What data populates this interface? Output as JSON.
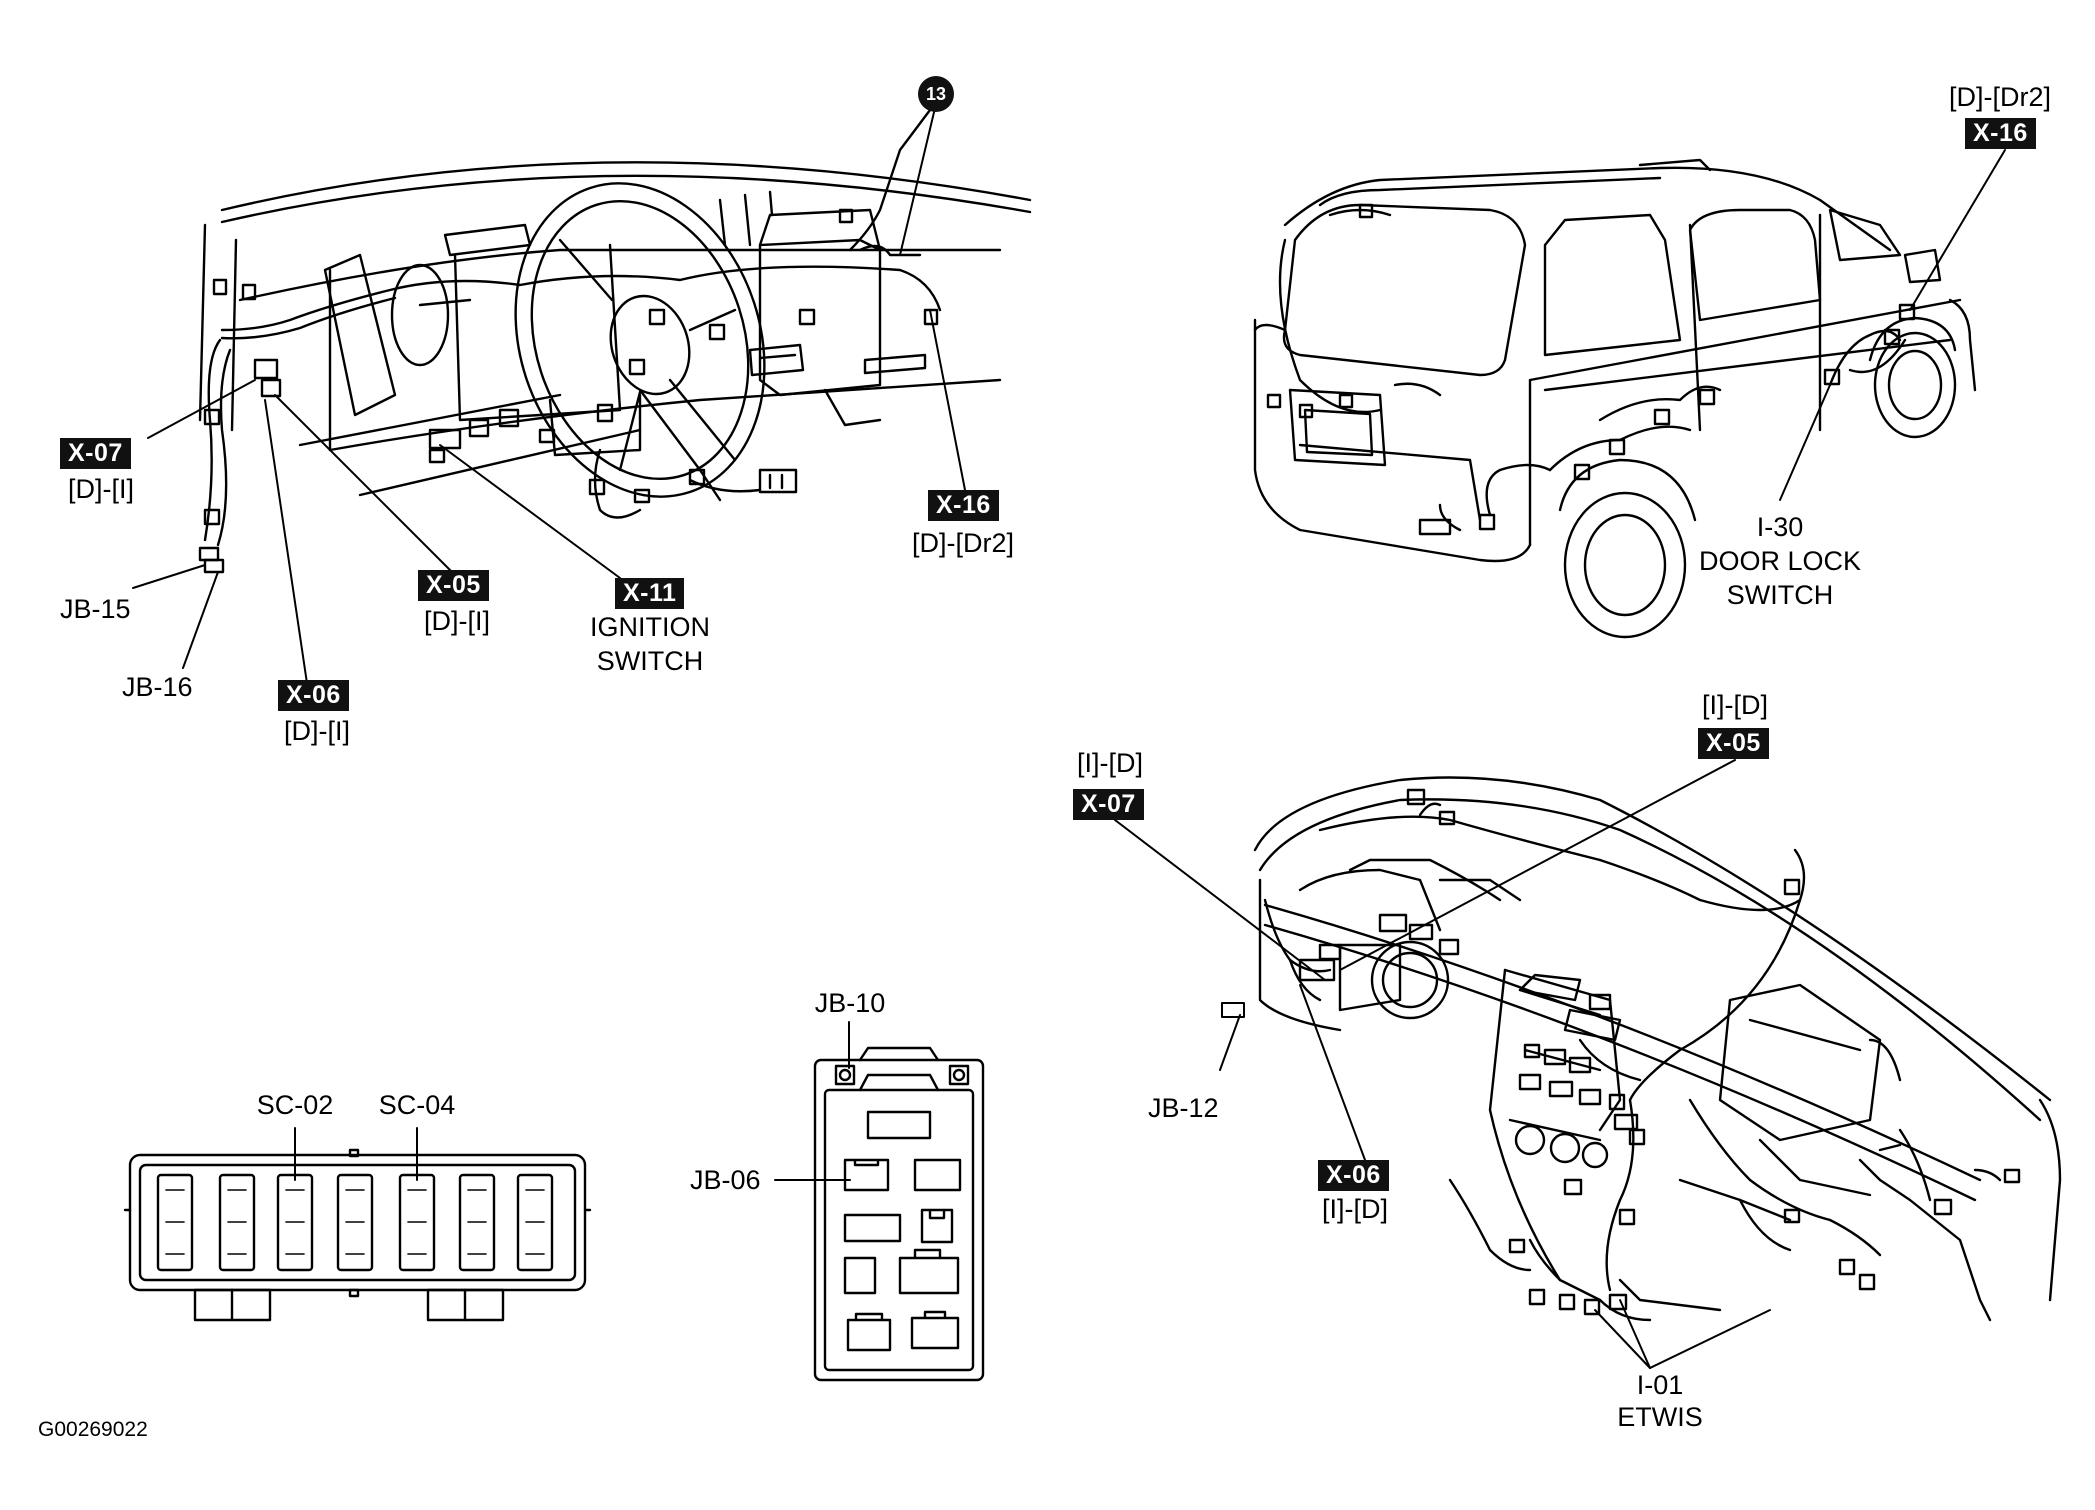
{
  "figure_id": "G00269022",
  "badge": "13",
  "labels": {
    "x07_dash": {
      "tag": "X-07",
      "sub": "[D]-[I]"
    },
    "x05_dash": {
      "tag": "X-05",
      "sub": "[D]-[I]"
    },
    "x06_dash": {
      "tag": "X-06",
      "sub": "[D]-[I]"
    },
    "x11": {
      "tag": "X-11",
      "line1": "IGNITION",
      "line2": "SWITCH"
    },
    "x16_dash": {
      "tag": "X-16",
      "sub": "[D]-[Dr2]"
    },
    "jb15": "JB-15",
    "jb16": "JB-16",
    "x16_van": {
      "tag": "X-16",
      "sup": "[D]-[Dr2]"
    },
    "i30": {
      "line1": "I-30",
      "line2": "DOOR LOCK",
      "line3": "SWITCH"
    },
    "x07_ip": {
      "tag": "X-07",
      "sup": "[I]-[D]"
    },
    "x05_ip": {
      "tag": "X-05",
      "sup": "[I]-[D]"
    },
    "x06_ip": {
      "tag": "X-06",
      "sub": "[I]-[D]"
    },
    "jb12": "JB-12",
    "i01": {
      "line1": "I-01",
      "line2": "ETWIS"
    },
    "sc02": "SC-02",
    "sc04": "SC-04",
    "jb10": "JB-10",
    "jb06": "JB-06"
  }
}
